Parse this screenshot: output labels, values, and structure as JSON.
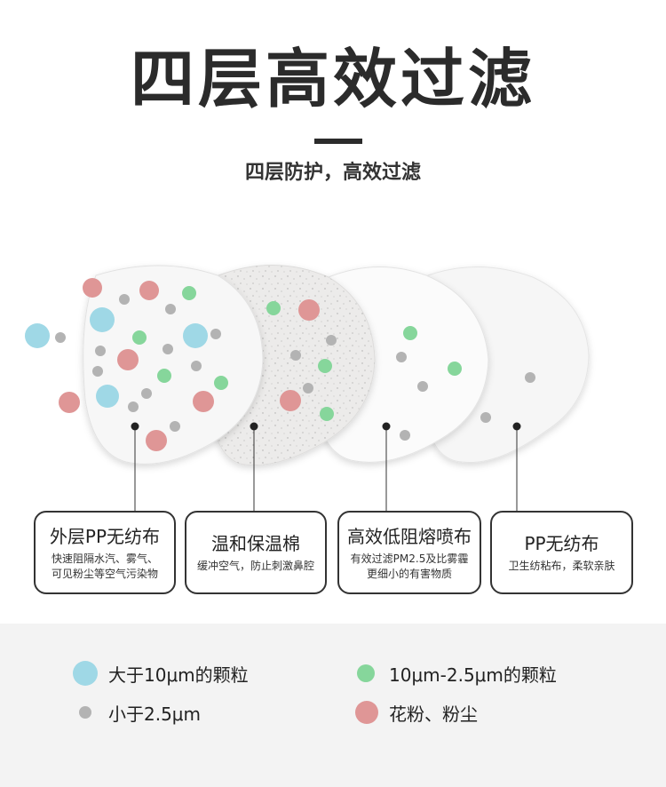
{
  "header": {
    "title": "四层高效过滤",
    "subtitle": "四层防护，高效过滤"
  },
  "colors": {
    "large_particle": "#9fd8e6",
    "medium_particle": "#86d69b",
    "small_particle": "#b3b3b3",
    "pollen_dust": "#df9696",
    "card_border": "#333333",
    "legend_bg": "#f3f3f3"
  },
  "layers": [
    {
      "title": "外层PP无纺布",
      "desc": "快速阻隔水汽、雾气、\n可见粉尘等空气污染物"
    },
    {
      "title": "温和保温棉",
      "desc": "缓冲空气，防止刺激鼻腔"
    },
    {
      "title": "高效低阻熔喷布",
      "desc": "有效过滤PM2.5及比雾霾\n更细小的有害物质"
    },
    {
      "title": "PP无纺布",
      "desc": "卫生纺粘布，柔软亲肤"
    }
  ],
  "legend": [
    {
      "label": "大于10μm的颗粒",
      "color": "#9fd8e6",
      "size": "large"
    },
    {
      "label": "10μm-2.5μm的颗粒",
      "color": "#86d69b",
      "size": "medium"
    },
    {
      "label": "小于2.5μm",
      "color": "#b3b3b3",
      "size": "small"
    },
    {
      "label": "花粉、粉尘",
      "color": "#df9696",
      "size": "large"
    }
  ]
}
